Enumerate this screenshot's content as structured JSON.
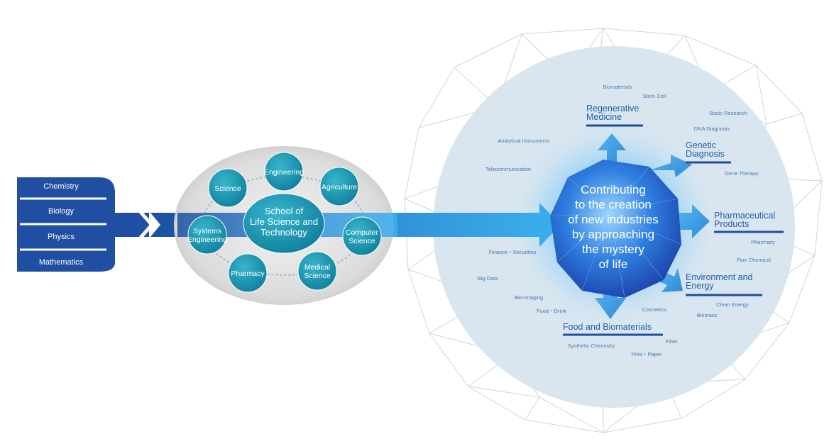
{
  "disciplines": [
    "Chemistry",
    "Biology",
    "Physics",
    "Mathematics"
  ],
  "school": {
    "center": [
      "School of",
      "Life Science and",
      "Technology"
    ],
    "fields": [
      [
        "Engineering"
      ],
      [
        "Agriculture"
      ],
      [
        "Computer",
        "Science"
      ],
      [
        "Medical",
        "Science"
      ],
      [
        "Pharmacy"
      ],
      [
        "Systems",
        "Engineering"
      ],
      [
        "Science"
      ]
    ]
  },
  "core": [
    "Contributing",
    "to the creation",
    "of new industries",
    "by approaching",
    "the mystery",
    "of life"
  ],
  "industries": [
    [
      "Regenerative",
      "Medicine"
    ],
    [
      "Genetic",
      "Diagnosis"
    ],
    [
      "Pharmaceutical",
      "Products"
    ],
    [
      "Environment and",
      "Energy"
    ],
    [
      "Food and Biomaterials"
    ]
  ],
  "keywords": [
    "Biomaterials",
    "Stem Cell",
    "Basic Research",
    "DNA Diagnosis",
    "Gene Therapy",
    "Analytical Instruments",
    "Telecommunication",
    "Pharmacy",
    "Fine Chemical",
    "Finance・Securities",
    "Big Data",
    "Bio-Imaging",
    "Food・Drink",
    "Cosmetics",
    "Clean Energy",
    "Biomass",
    "Fiber",
    "Synthetic Chemistry",
    "Print・Paper"
  ],
  "colors": {
    "navy": "#1f4ea3",
    "teal": "#1a97b2",
    "arrow": "#3aa3e0",
    "industry_text": "#1f5fae",
    "keyword_text": "#4a78b8",
    "core_bg": "#d9e6ef"
  }
}
